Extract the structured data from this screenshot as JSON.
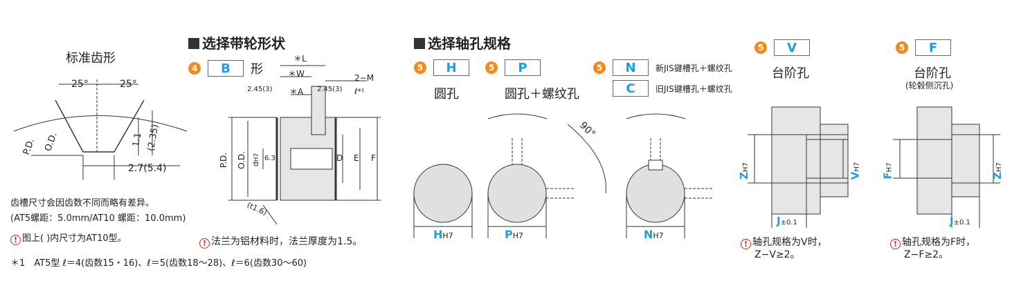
{
  "standard_tooth": {
    "title": "标准齿形",
    "angle_left": "25°",
    "angle_right": "25°",
    "od": "O.D.",
    "pd": "P.D.",
    "d1": "1.1",
    "d2": "(2.35)",
    "d3": "2.7(5.4)",
    "note1": "齿槽尺寸会因齿数不同而略有差异。",
    "note2": "(AT5螺距：5.0mm/AT10 螺距：10.0mm)",
    "note3": "图上(   )内尺寸为AT10型。",
    "footnote": "＊1　AT5型 ℓ＝4(齿数15・16)、ℓ＝5(齿数18〜28)、ℓ＝6(齿数30〜60)"
  },
  "pulley_shape": {
    "title": "选择带轮形状",
    "num": "4",
    "code": "B",
    "suffix": "形",
    "dim_L": "＊L",
    "dim_W": "＊W",
    "dim_A": "＊A",
    "dim_left": "2.45(3)",
    "dim_right": "2.45(3)",
    "dim_M": "2−M",
    "dim_l": "ℓ*¹",
    "lbl_pd": "P.D.",
    "lbl_od": "O.D.",
    "lbl_d": "d",
    "lbl_h7": "H7",
    "lbl_63": "6.3",
    "lbl_D": "D",
    "lbl_E": "E",
    "lbl_F": "F",
    "lbl_t": "(t1.6)",
    "note": "法兰为铝材料时，法兰厚度为1.5。"
  },
  "bore": {
    "title": "选择轴孔规格",
    "h_num": "5",
    "h_code": "H",
    "h_label": "圆孔",
    "h_dim": "H",
    "h_tol": "H7",
    "p_num": "5",
    "p_code": "P",
    "p_label": "圆孔＋螺纹孔",
    "p_dim": "P",
    "p_tol": "H7",
    "p_angle": "90°",
    "n_num": "5",
    "n_code": "N",
    "n_desc": "新JIS键槽孔＋螺纹孔",
    "c_code": "C",
    "c_desc": "旧JIS键槽孔＋螺纹孔",
    "n_dim": "N",
    "n_tol": "H7"
  },
  "step_v": {
    "num": "5",
    "code": "V",
    "label": "台阶孔",
    "z": "Z",
    "z_tol": "H7",
    "v": "V",
    "v_tol": "H7",
    "j": "J",
    "j_tol": "±0.1",
    "note1": "轴孔规格为V时，",
    "note2": "Z−V≥2。"
  },
  "step_f": {
    "num": "5",
    "code": "F",
    "label": "台阶孔",
    "sub": "(轮毂侧沉孔)",
    "f": "F",
    "f_tol": "H7",
    "z": "Z",
    "z_tol": "H7",
    "j": "J",
    "j_tol": "±0.1",
    "note1": "轴孔规格为F时，",
    "note2": "Z−F≥2。"
  }
}
